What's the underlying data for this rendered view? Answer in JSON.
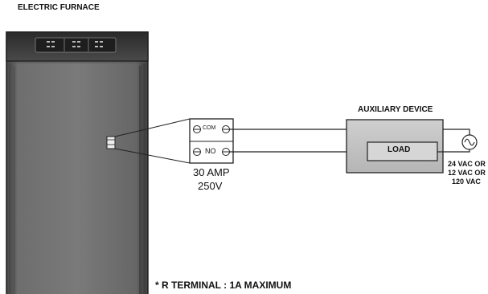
{
  "furnace": {
    "label": "ELECTRIC FURNACE"
  },
  "relay": {
    "com_label": "COM",
    "no_label": "NO",
    "rating_current": "30 AMP",
    "rating_voltage": "250V"
  },
  "aux_device": {
    "label": "AUXILIARY DEVICE",
    "load_label": "LOAD"
  },
  "power_source": {
    "voltages": [
      "24 VAC OR",
      "12 VAC OR",
      "120 VAC"
    ]
  },
  "note": "* R TERMINAL : 1A MAXIMUM"
}
